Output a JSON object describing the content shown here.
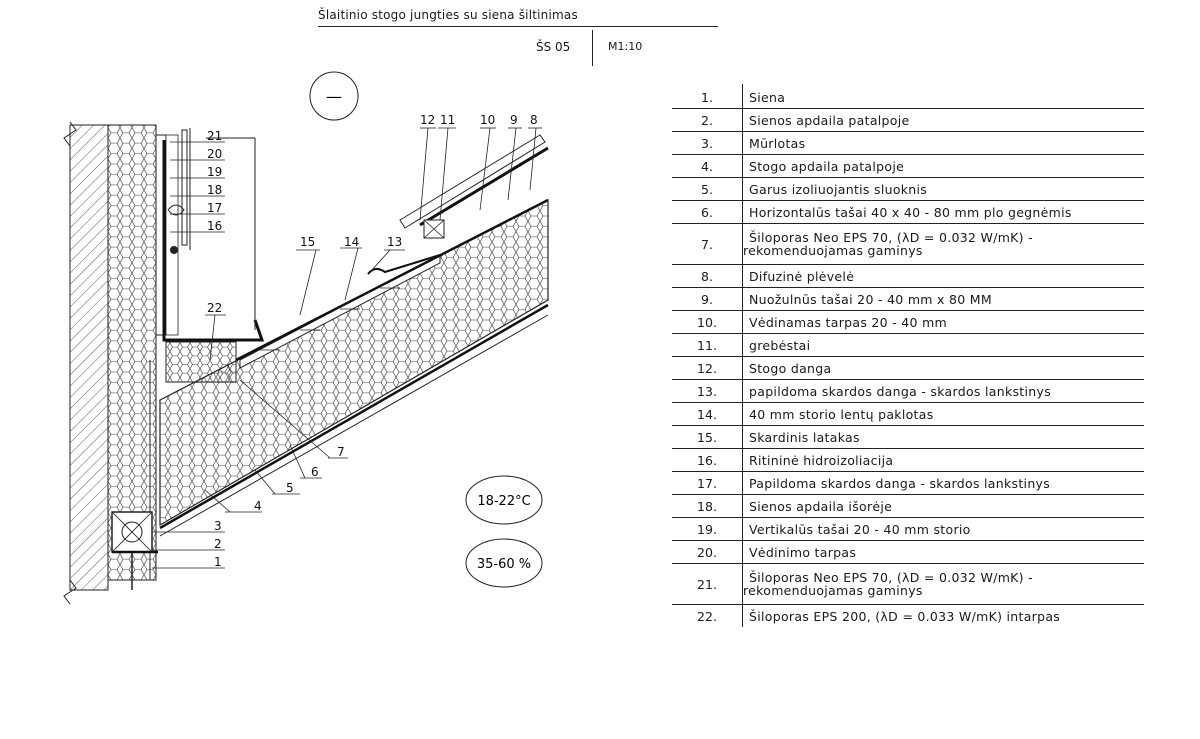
{
  "header": {
    "title": "Šlaitinio stogo jungties su siena šiltinimas",
    "code": "ŠS 05",
    "scale": "M1:10"
  },
  "diagram": {
    "section_marker": "—",
    "temperature": "18-22°C",
    "humidity": "35-60 %",
    "callouts": [
      "1",
      "2",
      "3",
      "4",
      "5",
      "6",
      "7",
      "8",
      "9",
      "10",
      "11",
      "12",
      "13",
      "14",
      "15",
      "16",
      "17",
      "18",
      "19",
      "20",
      "21",
      "22"
    ]
  },
  "legend": [
    {
      "num": "1.",
      "text": "Siena"
    },
    {
      "num": "2.",
      "text": "Sienos apdaila patalpoje"
    },
    {
      "num": "3.",
      "text": "Mūrlotas"
    },
    {
      "num": "4.",
      "text": "Stogo apdaila patalpoje"
    },
    {
      "num": "5.",
      "text": "Garus izoliuojantis sluoknis"
    },
    {
      "num": "6.",
      "text": "Horizontalūs tašai 40 x 40 - 80 mm plo gegnėmis"
    },
    {
      "num": "7.",
      "text": "Šiloporas Neo EPS 70, (λD = 0.032 W/mK) -",
      "text2": "rekomenduojamas gaminys"
    },
    {
      "num": "8.",
      "text": "Difuzinė plėvelė"
    },
    {
      "num": "9.",
      "text": "Nuožulnūs tašai 20 - 40 mm x 80 MM"
    },
    {
      "num": "10.",
      "text": "Vėdinamas tarpas 20 - 40 mm"
    },
    {
      "num": "11.",
      "text": "grebėstai"
    },
    {
      "num": "12.",
      "text": "Stogo danga"
    },
    {
      "num": "13.",
      "text": "papildoma skardos danga - skardos lankstinys"
    },
    {
      "num": "14.",
      "text": "40 mm storio lentų paklotas"
    },
    {
      "num": "15.",
      "text": "Skardinis latakas"
    },
    {
      "num": "16.",
      "text": "Ritininė hidroizoliacija"
    },
    {
      "num": "17.",
      "text": "Papildoma skardos danga - skardos lankstinys"
    },
    {
      "num": "18.",
      "text": "Sienos apdaila išorėje"
    },
    {
      "num": "19.",
      "text": "Vertikalūs tašai 20 - 40 mm storio"
    },
    {
      "num": "20.",
      "text": "Vėdinimo tarpas"
    },
    {
      "num": "21.",
      "text": "Šiloporas Neo EPS 70, (λD = 0.032 W/mK) -",
      "text2": "rekomenduojamas gaminys"
    },
    {
      "num": "22.",
      "text": "Šiloporas EPS 200, (λD = 0.033 W/mK) intarpas"
    }
  ]
}
